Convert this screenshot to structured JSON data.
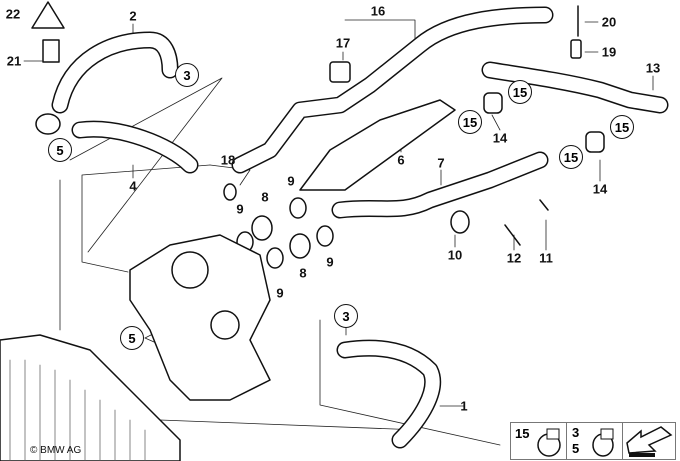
{
  "diagram": {
    "labels": {
      "p22": "22",
      "p2": "2",
      "p21": "21",
      "p3a": "3",
      "p5a": "5",
      "p4": "4",
      "p18": "18",
      "p16": "16",
      "p17": "17",
      "p20": "20",
      "p19": "19",
      "p13": "13",
      "p15a": "15",
      "p15b": "15",
      "p14a": "14",
      "p15c": "15",
      "p15d": "15",
      "p14b": "14",
      "p6": "6",
      "p7": "7",
      "p8a": "8",
      "p9a": "9",
      "p9b": "9",
      "p8b": "8",
      "p9c": "9",
      "p9d": "9",
      "p10": "10",
      "p12": "12",
      "p11": "11",
      "p5b": "5",
      "p3b": "3",
      "p1": "1"
    },
    "copyright": "© BMW AG",
    "legend": {
      "clamp_a": "15",
      "clamp_b_1": "3",
      "clamp_b_2": "5"
    }
  }
}
